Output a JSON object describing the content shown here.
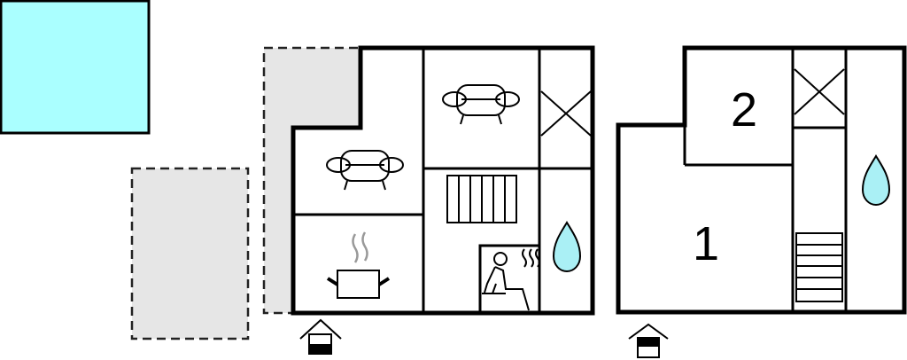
{
  "floorplan": {
    "ground_floor": {
      "label": "ground-floor"
    },
    "upper_floor": {
      "label": "upper-floor"
    },
    "rooms": [
      {
        "number": "1"
      },
      {
        "number": "2"
      }
    ],
    "colors": {
      "pool": "#aaffff",
      "water": "#aaf0f5",
      "terrace": "#e6e6e6",
      "steam": "#999999"
    }
  }
}
